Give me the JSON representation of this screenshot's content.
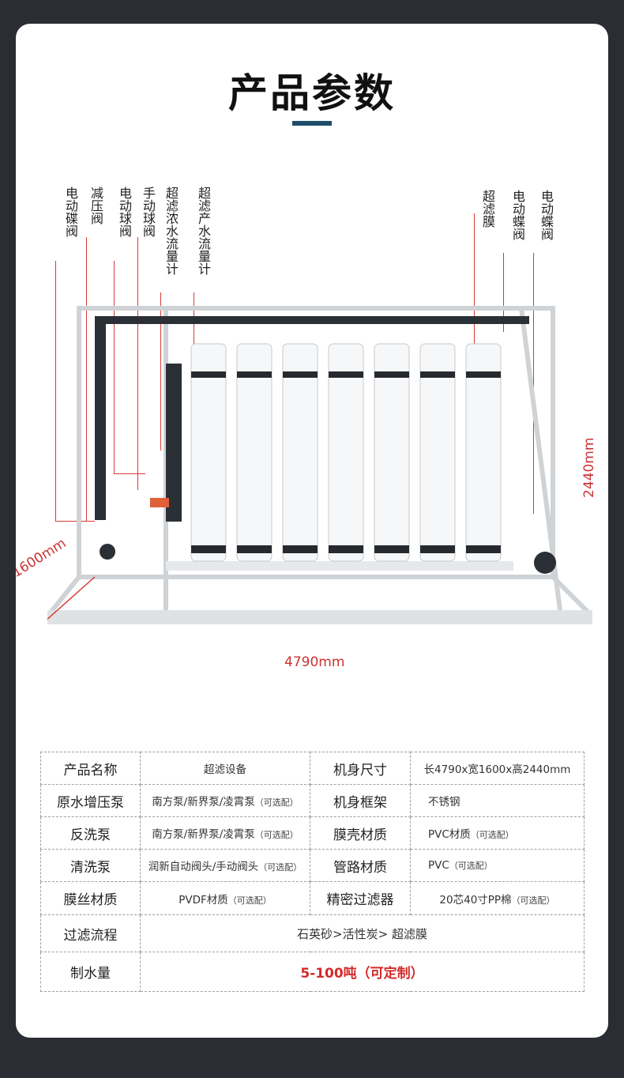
{
  "page_title": "产品参数",
  "callouts": {
    "left": [
      {
        "name": "electric-butterfly-valve-1",
        "text": "电动碟阀"
      },
      {
        "name": "pressure-reducing-valve",
        "text": "减压阀"
      },
      {
        "name": "electric-ball-valve",
        "text": "电动球阀"
      },
      {
        "name": "manual-ball-valve",
        "text": "手动球阀"
      },
      {
        "name": "uf-concentrate-flowmeter",
        "text": "超滤浓水流量计"
      },
      {
        "name": "uf-product-flowmeter",
        "text": "超滤产水流量计"
      }
    ],
    "right": [
      {
        "name": "uf-membrane",
        "text": "超滤膜"
      },
      {
        "name": "electric-butterfly-valve-2",
        "text": "电动蝶阀"
      },
      {
        "name": "electric-butterfly-valve-3",
        "text": "电动蝶阀"
      }
    ]
  },
  "dimensions": {
    "height": "2440mm",
    "depth": "1600mm",
    "length": "4790mm"
  },
  "colors": {
    "accent": "#1f4e6b",
    "leader": "#d83a3a",
    "highlight": "#d32a2a"
  },
  "specs": {
    "rows": [
      {
        "k1": "产品名称",
        "v1": "超滤设备",
        "v1_opt": "",
        "k2": "机身尺寸",
        "v2": "长4790x宽1600x高2440mm",
        "v2_opt": ""
      },
      {
        "k1": "原水增压泵",
        "v1": "南方泵/新界泵/凌霄泵",
        "v1_opt": "（可选配）",
        "k2": "机身框架",
        "v2": "不锈钢",
        "v2_opt": ""
      },
      {
        "k1": "反洗泵",
        "v1": "南方泵/新界泵/凌霄泵",
        "v1_opt": "（可选配）",
        "k2": "膜壳材质",
        "v2": "PVC材质",
        "v2_opt": "（可选配）"
      },
      {
        "k1": "清洗泵",
        "v1": "润新自动阀头/手动阀头",
        "v1_opt": "（可选配）",
        "k2": "管路材质",
        "v2": "PVC",
        "v2_opt": "（可选配）"
      },
      {
        "k1": "膜丝材质",
        "v1": "PVDF材质",
        "v1_opt": "（可选配）",
        "k2": "精密过滤器",
        "v2": "20芯40寸PP棉",
        "v2_opt": "（可选配）"
      }
    ],
    "flow": {
      "k": "过滤流程",
      "v": "石英砂>活性炭> 超滤膜"
    },
    "capacity": {
      "k": "制水量",
      "v": "5-100吨（可定制）"
    }
  }
}
